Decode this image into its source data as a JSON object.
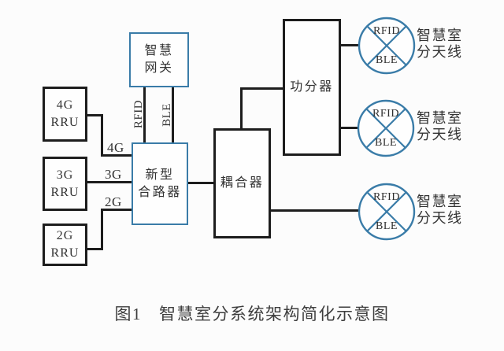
{
  "colors": {
    "accent_blue": "#3a7ca8",
    "line_black": "#1d1d1d",
    "text": "#333333",
    "background": "#fcfcfc"
  },
  "diagram": {
    "gateway": {
      "line1": "智慧",
      "line2": "网关"
    },
    "combiner": {
      "line1": "新型",
      "line2": "合路器"
    },
    "coupler": {
      "label": "耦合器"
    },
    "splitter": {
      "label": "功分器"
    },
    "rru_boxes": [
      {
        "line1": "4G",
        "line2": "RRU"
      },
      {
        "line1": "3G",
        "line2": "RRU"
      },
      {
        "line1": "2G",
        "line2": "RRU"
      }
    ],
    "link_labels": {
      "rfid": "RFID",
      "ble": "BLE",
      "g4": "4G",
      "g3": "3G",
      "g2": "2G"
    },
    "antennas": [
      {
        "top": "RFID",
        "bottom": "BLE",
        "label_line1": "智慧室",
        "label_line2": "分天线"
      },
      {
        "top": "RFID",
        "bottom": "BLE",
        "label_line1": "智慧室",
        "label_line2": "分天线"
      },
      {
        "top": "RFID",
        "bottom": "BLE",
        "label_line1": "智慧室",
        "label_line2": "分天线"
      }
    ],
    "caption": {
      "num": "图1",
      "text": "智慧室分系统架构简化示意图"
    }
  }
}
